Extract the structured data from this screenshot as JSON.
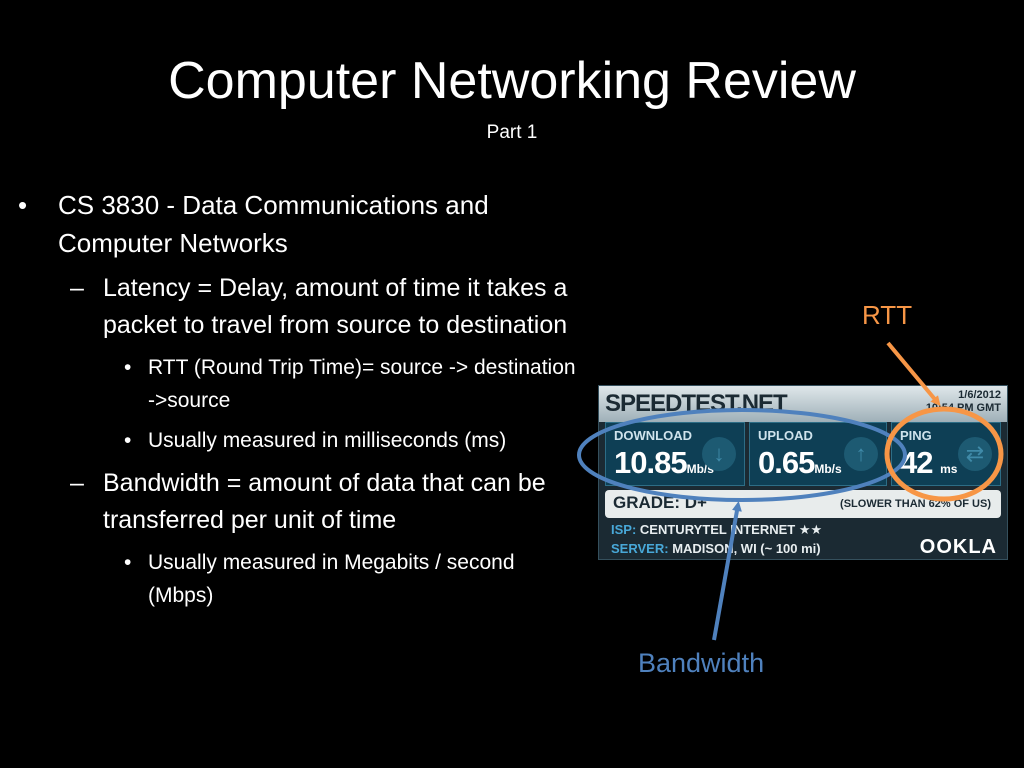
{
  "slide": {
    "title": "Computer Networking Review",
    "subtitle": "Part 1"
  },
  "bullets": {
    "b1": "CS 3830 - Data Communications and Computer Networks",
    "b1_1": "Latency = Delay, amount of time it takes a packet to travel from source to destination",
    "b1_1_1": "RTT (Round Trip Time)= source -> destination ->source",
    "b1_1_2": "Usually measured in milliseconds (ms)",
    "b1_2": "Bandwidth = amount of data that can be transferred per unit of time",
    "b1_2_1": "Usually measured in Megabits / second (Mbps)",
    "marker_l1": "•",
    "marker_l2": "–",
    "marker_l3": "•"
  },
  "speedtest": {
    "logo": "SPEEDTEST.NET",
    "date_line1": "1/6/2012",
    "date_line2": "10:54 PM GMT",
    "download_label": "DOWNLOAD",
    "download_value": "10.85",
    "download_unit": "Mb/s",
    "upload_label": "UPLOAD",
    "upload_value": "0.65",
    "upload_unit": "Mb/s",
    "ping_label": "PING",
    "ping_value": "42",
    "ping_unit": "ms",
    "grade": "GRADE: D+",
    "grade_note": "(SLOWER THAN 62% OF US)",
    "isp_key": "ISP:",
    "isp_value": "CENTURYTEL INTERNET ★★",
    "server_key": "SERVER:",
    "server_value": "MADISON, WI (~ 100 mi)",
    "brand": "OOKLA"
  },
  "annotations": {
    "rtt": "RTT",
    "bandwidth": "Bandwidth",
    "rtt_color": "#f79646",
    "bandwidth_color": "#4f81bd"
  }
}
